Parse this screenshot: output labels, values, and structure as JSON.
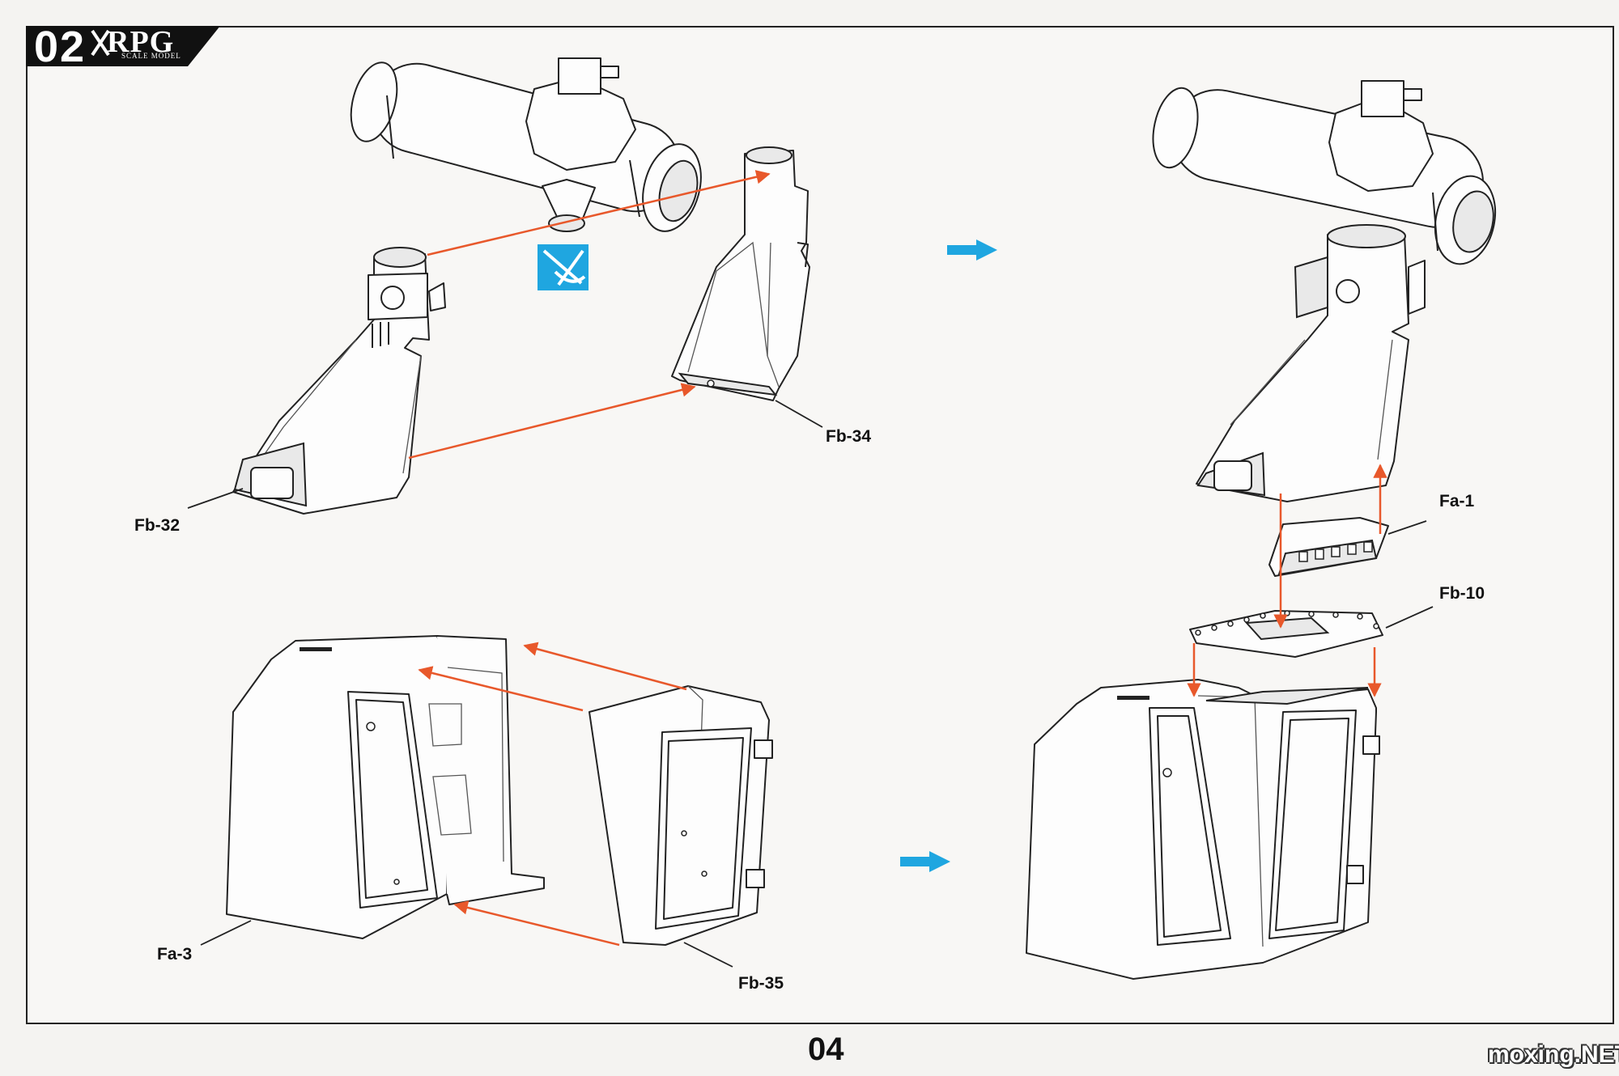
{
  "header": {
    "step_number": "02",
    "brand_name": "RPG",
    "brand_subtitle": "SCALE MODEL"
  },
  "parts": {
    "fb32": "Fb-32",
    "fb34": "Fb-34",
    "fa1": "Fa-1",
    "fb10": "Fb-10",
    "fa3": "Fa-3",
    "fb35": "Fb-35"
  },
  "footer": {
    "page_number": "04",
    "watermark": "moxing.NET"
  },
  "colors": {
    "arrow_orange": "#e8582b",
    "step_arrow_blue": "#1fa6e0",
    "badge_black": "#111111"
  },
  "icons": [
    "cut-mark-icon",
    "step-arrow-icon"
  ]
}
